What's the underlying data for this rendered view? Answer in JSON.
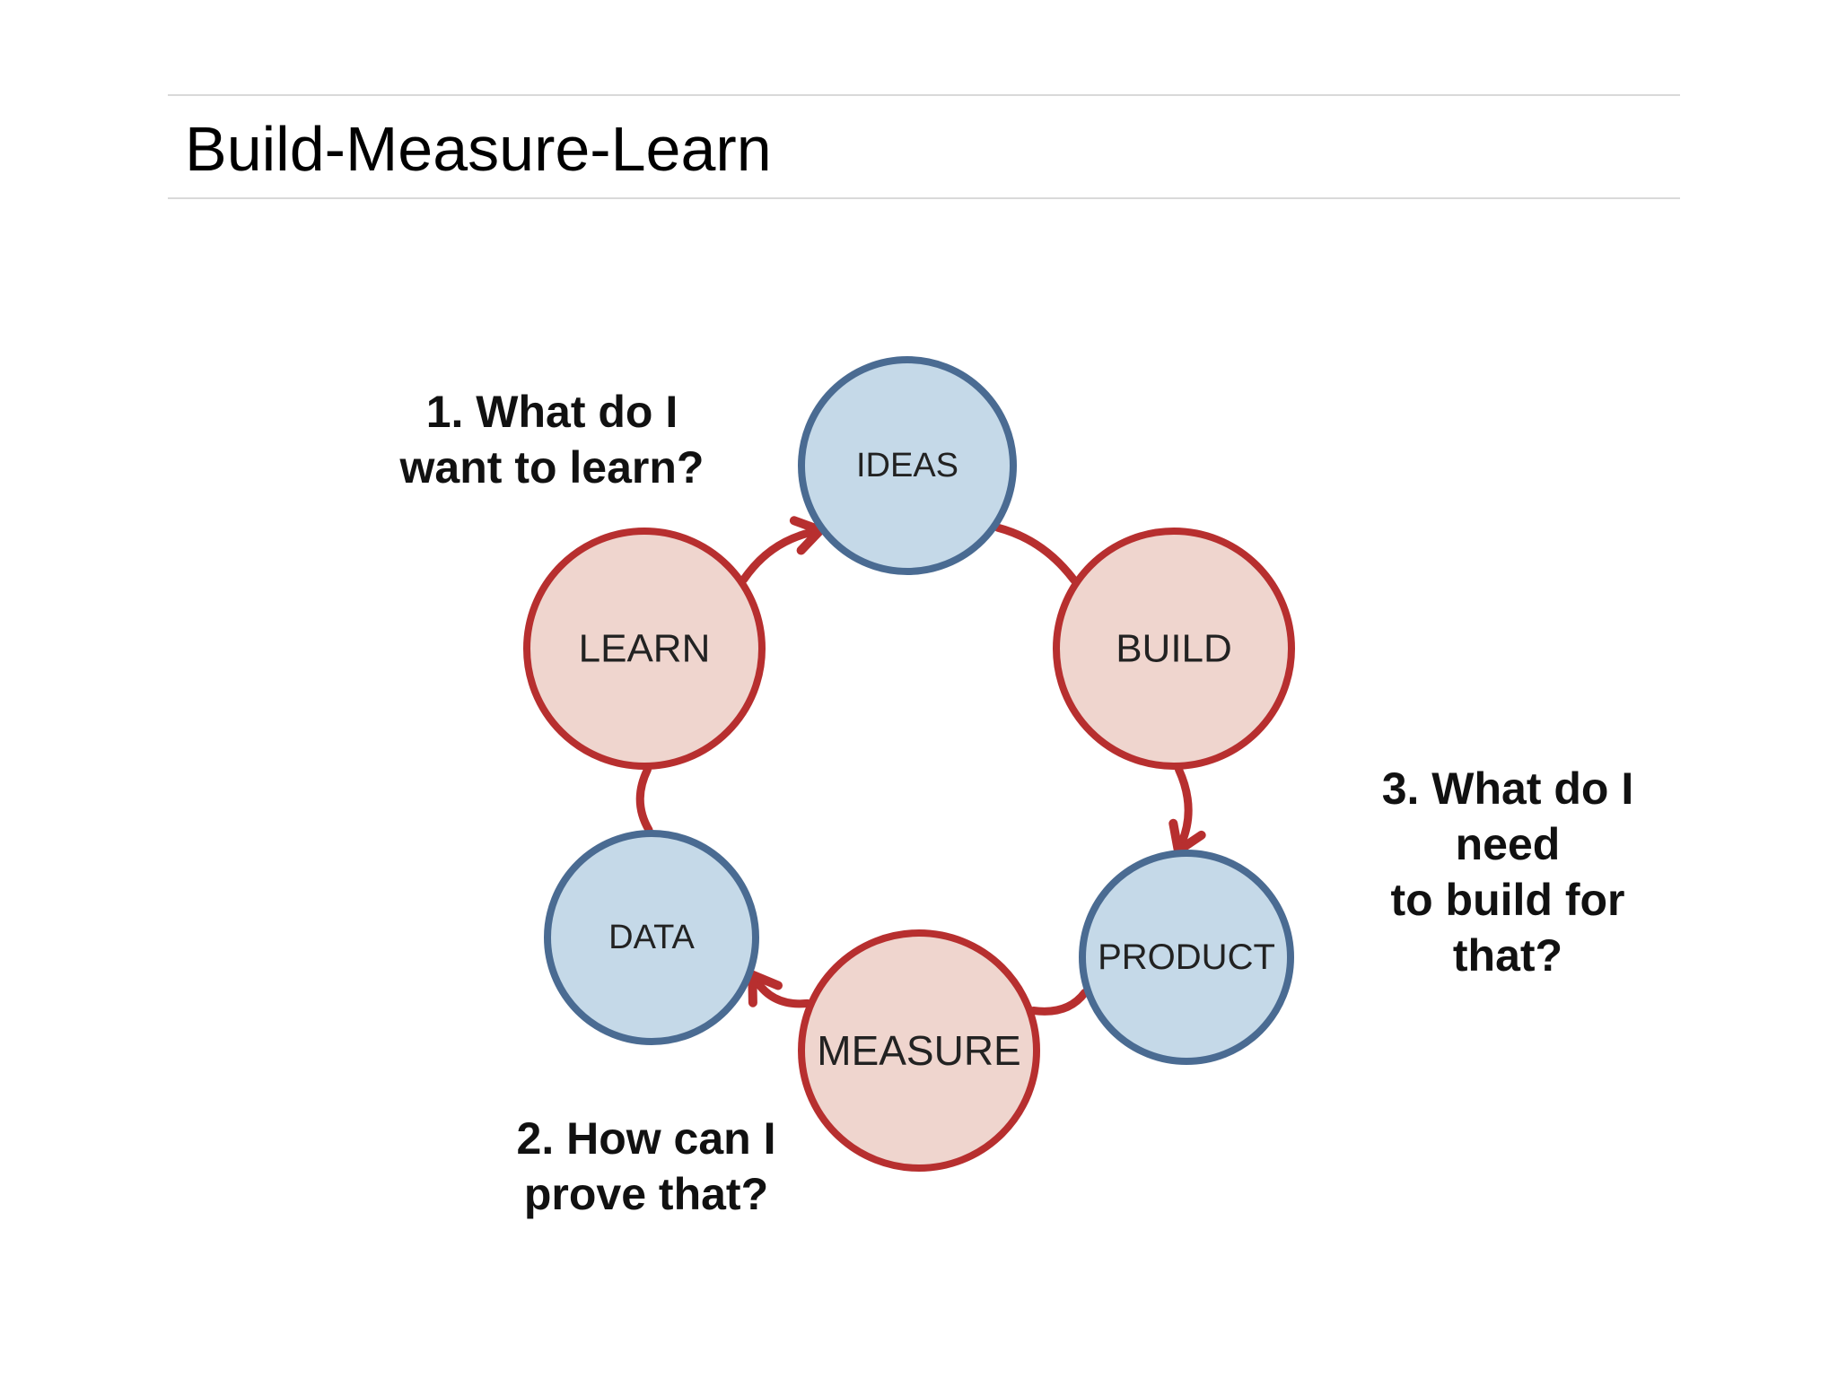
{
  "title": "Build-Measure-Learn",
  "colors": {
    "red_stroke": "#b72f2f",
    "red_fill": "#efd5ce",
    "blue_stroke": "#4a6b92",
    "blue_fill": "#c5d9e8",
    "connector": "#b72f2f"
  },
  "cycle": {
    "nodes": [
      {
        "id": "ideas",
        "label": "IDEAS",
        "kind": "blue"
      },
      {
        "id": "build",
        "label": "BUILD",
        "kind": "red"
      },
      {
        "id": "product",
        "label": "PRODUCT",
        "kind": "blue"
      },
      {
        "id": "measure",
        "label": "MEASURE",
        "kind": "red"
      },
      {
        "id": "data",
        "label": "DATA",
        "kind": "blue"
      },
      {
        "id": "learn",
        "label": "LEARN",
        "kind": "red"
      }
    ],
    "edges": [
      {
        "from": "ideas",
        "to": "build",
        "arrow": false
      },
      {
        "from": "build",
        "to": "product",
        "arrow": true
      },
      {
        "from": "product",
        "to": "measure",
        "arrow": false
      },
      {
        "from": "measure",
        "to": "data",
        "arrow": true
      },
      {
        "from": "data",
        "to": "learn",
        "arrow": false
      },
      {
        "from": "learn",
        "to": "ideas",
        "arrow": true
      }
    ]
  },
  "questions": {
    "q1": "1. What do I\nwant to learn?",
    "q2": "2. How can I\nprove that?",
    "q3": "3. What do I\nneed\nto build for\nthat?"
  }
}
